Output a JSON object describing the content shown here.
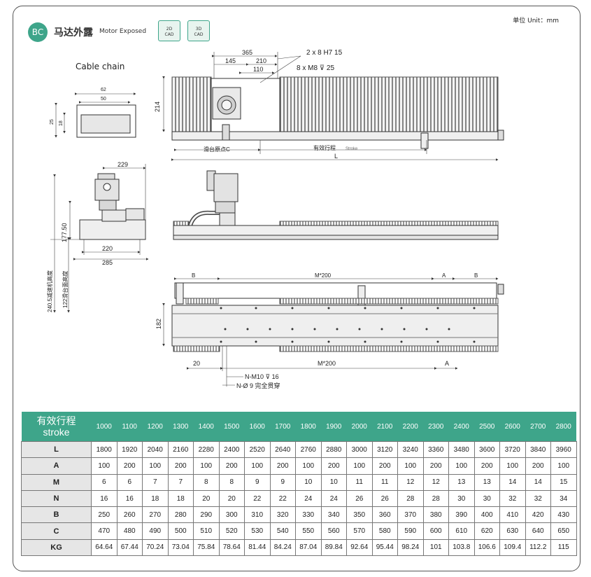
{
  "header": {
    "badge": "BC",
    "title_cn": "马达外露",
    "title_en": "Motor Exposed",
    "cad_2d": [
      "2D",
      "CAD"
    ],
    "cad_3d": [
      "3D",
      "CAD"
    ],
    "unit": "单位 Unit：mm",
    "cable_chain_label": "Cable chain"
  },
  "dims": {
    "d365": "365",
    "d145": "145",
    "d210": "210",
    "d110": "110",
    "holes1": "2 x 8  H7  15",
    "holes2": "8 x M8 ⊽ 25",
    "d214": "214",
    "d62": "62",
    "d50": "50",
    "d25": "25",
    "d18": "18",
    "origin": "滑台原点C",
    "stroke_cn": "有效行程",
    "stroke_en": "Stroke",
    "L": "L",
    "d229": "229",
    "d177": "177.50",
    "d220": "220",
    "d285": "285",
    "h240": "240.5减速机高度",
    "h122": "122滑台面高度",
    "B": "B",
    "M200": "M*200",
    "A": "A",
    "d182": "182",
    "d20": "20",
    "nm10": "N-M10 ⊽ 16",
    "nphi": "N-Ø 9 完全贯穿"
  },
  "table": {
    "header_cn": "有效行程",
    "header_en": "stroke",
    "strokes": [
      "1000",
      "1100",
      "1200",
      "1300",
      "1400",
      "1500",
      "1600",
      "1700",
      "1800",
      "1900",
      "2000",
      "2100",
      "2200",
      "2300",
      "2400",
      "2500",
      "2600",
      "2700",
      "2800"
    ],
    "rows": [
      {
        "label": "L",
        "values": [
          "1800",
          "1920",
          "2040",
          "2160",
          "2280",
          "2400",
          "2520",
          "2640",
          "2760",
          "2880",
          "3000",
          "3120",
          "3240",
          "3360",
          "3480",
          "3600",
          "3720",
          "3840",
          "3960"
        ]
      },
      {
        "label": "A",
        "values": [
          "100",
          "200",
          "100",
          "200",
          "100",
          "200",
          "100",
          "200",
          "100",
          "200",
          "100",
          "200",
          "100",
          "200",
          "100",
          "200",
          "100",
          "200",
          "100"
        ]
      },
      {
        "label": "M",
        "values": [
          "6",
          "6",
          "7",
          "7",
          "8",
          "8",
          "9",
          "9",
          "10",
          "10",
          "11",
          "11",
          "12",
          "12",
          "13",
          "13",
          "14",
          "14",
          "15"
        ]
      },
      {
        "label": "N",
        "values": [
          "16",
          "16",
          "18",
          "18",
          "20",
          "20",
          "22",
          "22",
          "24",
          "24",
          "26",
          "26",
          "28",
          "28",
          "30",
          "30",
          "32",
          "32",
          "34"
        ]
      },
      {
        "label": "B",
        "values": [
          "250",
          "260",
          "270",
          "280",
          "290",
          "300",
          "310",
          "320",
          "330",
          "340",
          "350",
          "360",
          "370",
          "380",
          "390",
          "400",
          "410",
          "420",
          "430"
        ]
      },
      {
        "label": "C",
        "values": [
          "470",
          "480",
          "490",
          "500",
          "510",
          "520",
          "530",
          "540",
          "550",
          "560",
          "570",
          "580",
          "590",
          "600",
          "610",
          "620",
          "630",
          "640",
          "650"
        ]
      },
      {
        "label": "KG",
        "values": [
          "64.64",
          "67.44",
          "70.24",
          "73.04",
          "75.84",
          "78.64",
          "81.44",
          "84.24",
          "87.04",
          "89.84",
          "92.64",
          "95.44",
          "98.24",
          "101",
          "103.8",
          "106.6",
          "109.4",
          "112.2",
          "115"
        ]
      }
    ]
  },
  "colors": {
    "accent": "#3ea58a",
    "header_band": "#e6e6e6"
  }
}
